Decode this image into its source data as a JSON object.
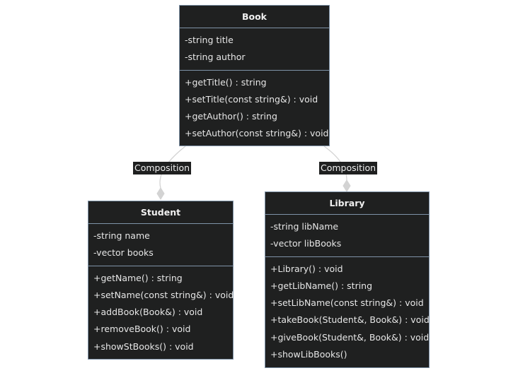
{
  "classes": {
    "book": {
      "name": "Book",
      "attributes": [
        "-string title",
        "-string author"
      ],
      "methods": [
        "+getTitle() : string",
        "+setTitle(const string&) : void",
        "+getAuthor() : string",
        "+setAuthor(const string&) : void"
      ]
    },
    "student": {
      "name": "Student",
      "attributes": [
        "-string name",
        "-vector books"
      ],
      "methods": [
        "+getName() : string",
        "+setName(const string&) : void",
        "+addBook(Book&) : void",
        "+removeBook() : void",
        "+showStBooks() : void"
      ]
    },
    "library": {
      "name": "Library",
      "attributes": [
        "-string libName",
        "-vector libBooks"
      ],
      "methods": [
        "+Library() : void",
        "+getLibName() : string",
        "+setLibName(const string&) : void",
        "+takeBook(Student&, Book&) : void",
        "+giveBook(Student&, Book&) : void",
        "+showLibBooks()"
      ]
    }
  },
  "relations": {
    "book_student": {
      "label": "Composition",
      "type": "composition"
    },
    "book_library": {
      "label": "Composition",
      "type": "composition"
    }
  },
  "colors": {
    "box_fill": "#1f2020",
    "box_border": "#7f93a8",
    "text": "#e6e6e6",
    "edge": "#d3d3d3",
    "background": "#ffffff"
  }
}
